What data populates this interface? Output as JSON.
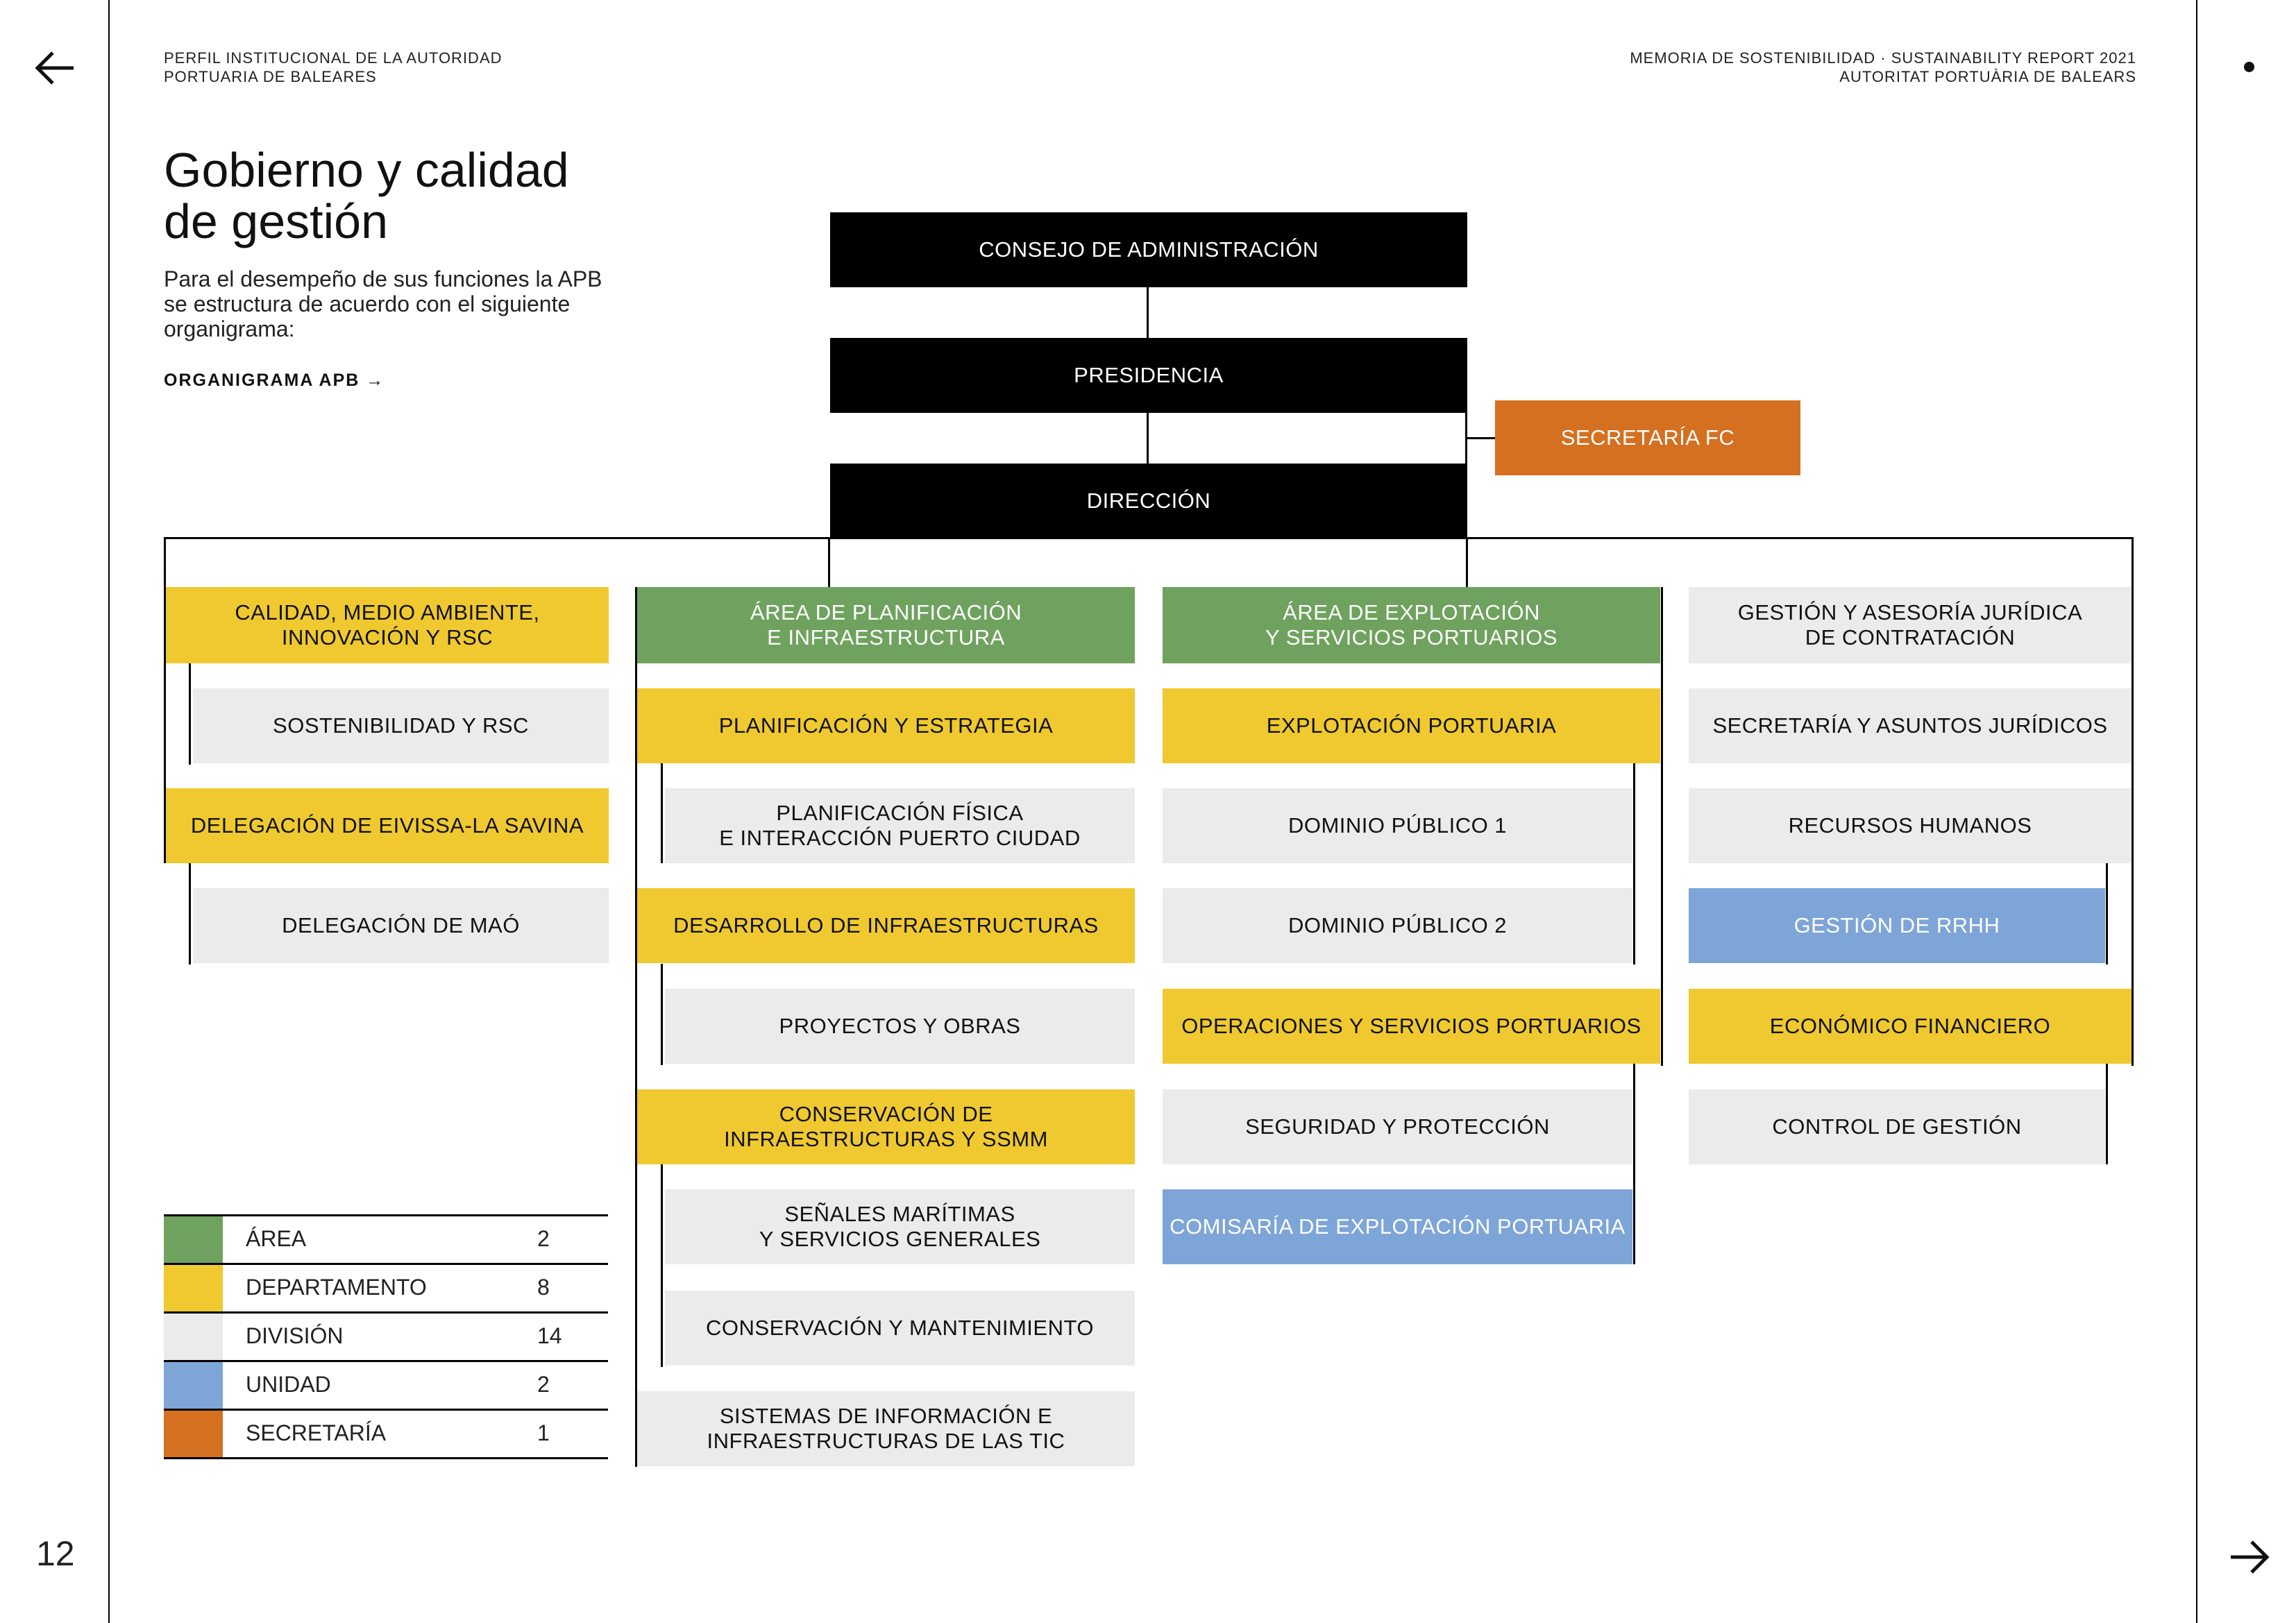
{
  "header": {
    "left_line1": "PERFIL INSTITUCIONAL DE LA AUTORIDAD",
    "left_line2": "PORTUARIA DE BALEARES",
    "right_line1": "MEMORIA DE SOSTENIBILIDAD · SUSTAINABILITY REPORT 2021",
    "right_line2": "AUTORITAT PORTUÀRIA DE BALEARS"
  },
  "page_number": "12",
  "intro": {
    "title_line1": "Gobierno y calidad",
    "title_line2": "de gestión",
    "text_line1": "Para el desempeño de sus funciones la APB",
    "text_line2": "se estructura de acuerdo con el siguiente",
    "text_line3": "organigrama:",
    "link_label": "ORGANIGRAMA APB →"
  },
  "org": {
    "consejo": "CONSEJO DE ADMINISTRACIÓN",
    "presidencia": "PRESIDENCIA",
    "direccion": "DIRECCIÓN",
    "secretaria_fc": "SECRETARÍA FC",
    "col1": {
      "calidad": "CALIDAD, MEDIO AMBIENTE,\nINNOVACIÓN Y RSC",
      "sostenibilidad": "SOSTENIBILIDAD Y RSC",
      "eivissa": "DELEGACIÓN DE EIVISSA-LA SAVINA",
      "mao": "DELEGACIÓN DE MAÓ"
    },
    "col2": {
      "area": "ÁREA DE PLANIFICACIÓN\nE INFRAESTRUCTURA",
      "planificacion": "PLANIFICACIÓN Y ESTRATEGIA",
      "fisica": "PLANIFICACIÓN FÍSICA\nE INTERACCIÓN PUERTO CIUDAD",
      "desarrollo": "DESARROLLO DE INFRAESTRUCTURAS",
      "proyectos": "PROYECTOS Y OBRAS",
      "conservacion": "CONSERVACIÓN DE\nINFRAESTRUCTURAS Y SSMM",
      "senales": "SEÑALES MARÍTIMAS\nY SERVICIOS GENERALES",
      "mantenimiento": "CONSERVACIÓN Y MANTENIMIENTO",
      "sistemas": "SISTEMAS DE INFORMACIÓN E\nINFRAESTRUCTURAS DE LAS TIC"
    },
    "col3": {
      "area": "ÁREA DE EXPLOTACIÓN\nY SERVICIOS PORTUARIOS",
      "explotacion": "EXPLOTACIÓN PORTUARIA",
      "dominio1": "DOMINIO PÚBLICO 1",
      "dominio2": "DOMINIO PÚBLICO 2",
      "operaciones": "OPERACIONES Y SERVICIOS PORTUARIOS",
      "seguridad": "SEGURIDAD Y PROTECCIÓN",
      "comisaria": "COMISARÍA DE EXPLOTACIÓN PORTUARIA"
    },
    "col4": {
      "gestion": "GESTIÓN Y ASESORÍA JURÍDICA\nDE CONTRATACIÓN",
      "secretaria": "SECRETARÍA Y ASUNTOS JURÍDICOS",
      "rrhh": "RECURSOS HUMANOS",
      "gestion_rrhh": "GESTIÓN DE RRHH",
      "economico": "ECONÓMICO FINANCIERO",
      "control": "CONTROL DE GESTIÓN"
    }
  },
  "legend": [
    {
      "label": "ÁREA",
      "count": "2",
      "color": "#6fa25e"
    },
    {
      "label": "DEPARTAMENTO",
      "count": "8",
      "color": "#efc92f"
    },
    {
      "label": "DIVISIÓN",
      "count": "14",
      "color": "#ebebeb"
    },
    {
      "label": "UNIDAD",
      "count": "2",
      "color": "#7ea5d8"
    },
    {
      "label": "SECRETARÍA",
      "count": "1",
      "color": "#d47020"
    }
  ],
  "icons": {
    "back": "arrow-left-icon",
    "forward": "arrow-right-icon",
    "dot": "dot-icon"
  }
}
